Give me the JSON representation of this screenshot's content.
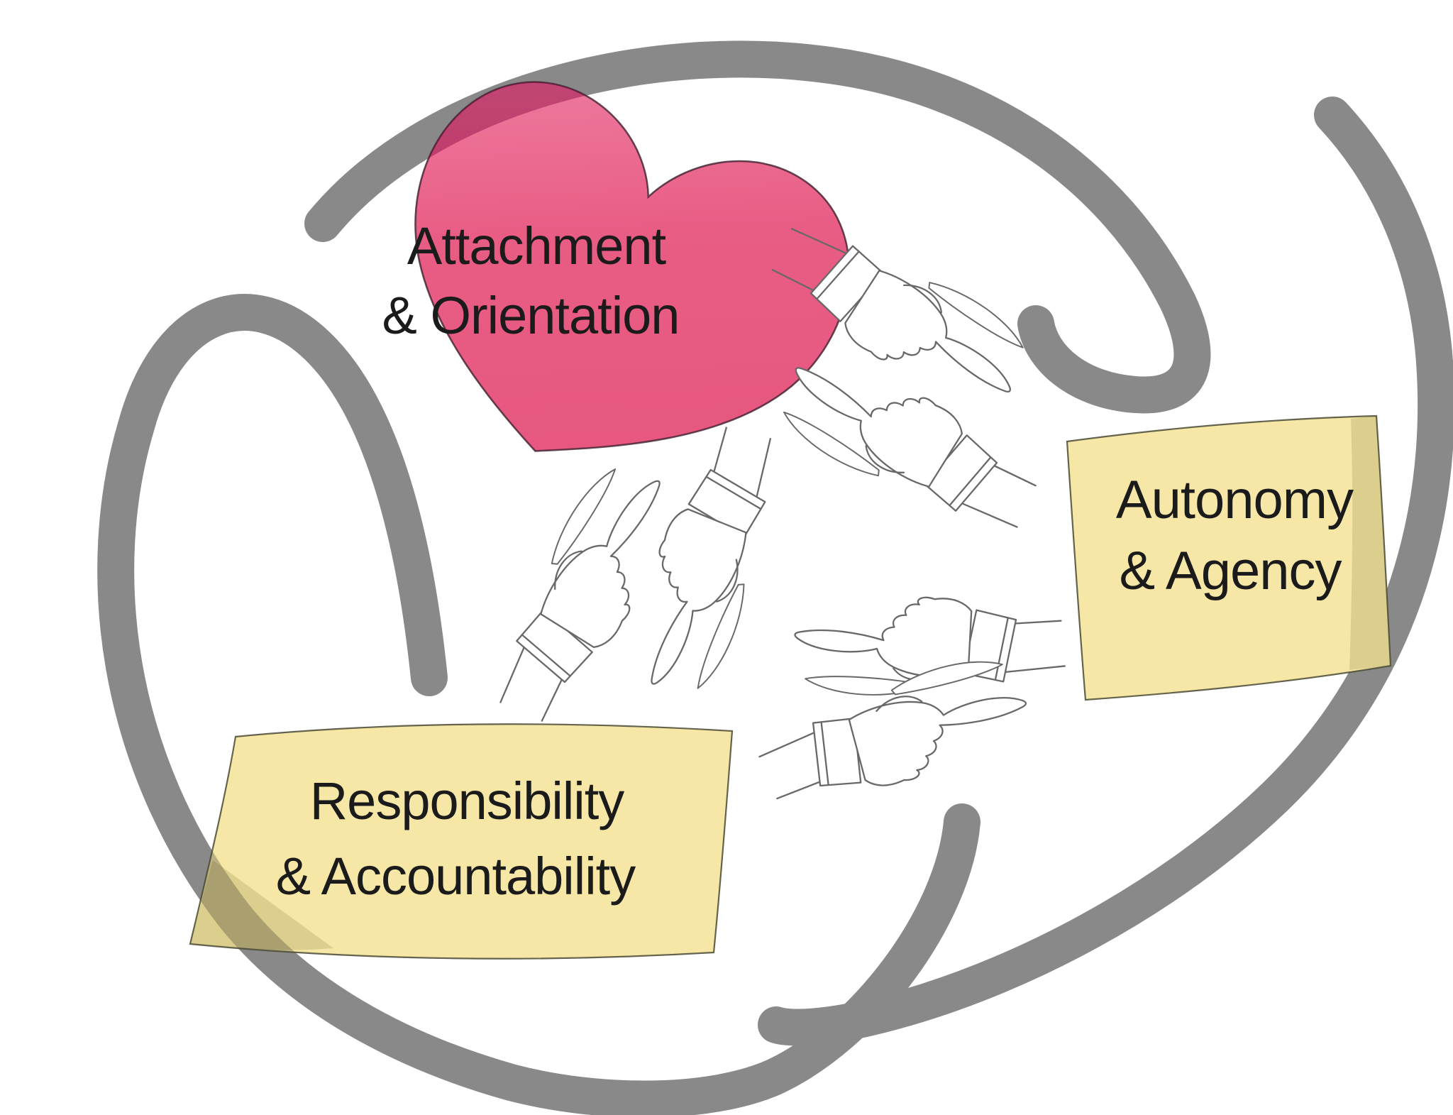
{
  "diagram": {
    "title_implicit": "Cycle of relational needs",
    "heart": {
      "line1": "Attachment",
      "line2": "& Orientation"
    },
    "note_autonomy": {
      "line1": "Autonomy",
      "line2": "& Agency"
    },
    "note_responsibility": {
      "line1": "Responsibility",
      "line2": "& Accountability"
    },
    "icons": [
      "heart-icon",
      "sticky-note-icon",
      "cycle-arrow-icon",
      "pointing-hand-icon"
    ],
    "colors": {
      "background": "#ffffff",
      "arrow_gray": "#898989",
      "heart_pink": "#e6517b",
      "heart_pink_light": "#ee7da1",
      "heart_overlap": "#b12a5b",
      "note_yellow": "#f6e7a6",
      "note_fold": "#e3cd80",
      "text": "#1b1b1b",
      "hand_line": "#686868"
    }
  }
}
